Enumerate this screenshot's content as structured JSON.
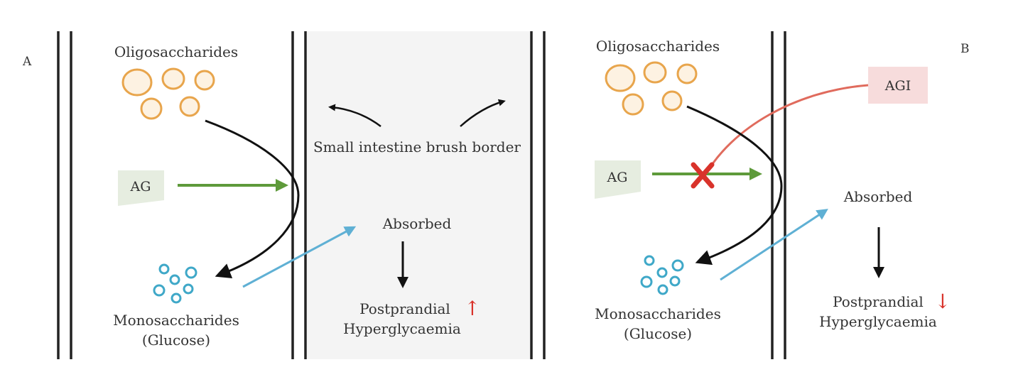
{
  "panel_a": {
    "letter": "A",
    "oligosaccharides": "Oligosaccharides",
    "brush_border": "Small intestine brush border",
    "enzyme": "AG",
    "monosaccharides": "Monosaccharides",
    "glucose": "(Glucose)",
    "absorbed": "Absorbed",
    "postprandial": "Postprandial",
    "hyperglycaemia": "Hyperglycaemia",
    "trend_arrow": "↑"
  },
  "panel_b": {
    "letter": "B",
    "oligosaccharides": "Oligosaccharides",
    "inhibitor": "AGI",
    "enzyme": "AG",
    "monosaccharides": "Monosaccharides",
    "glucose": "(Glucose)",
    "absorbed": "Absorbed",
    "postprandial": "Postprandial",
    "hyperglycaemia": "Hyperglycaemia",
    "trend_arrow": "↓"
  },
  "colors": {
    "oligo_fill": "#fdf2e2",
    "oligo_stroke": "#e8a54c",
    "mono_stroke": "#3fa8c8",
    "green_arrow": "#5e9a3a",
    "blue_arrow": "#5fb0d4",
    "inhibit_red": "#e06b5d",
    "cross_red": "#d9332b",
    "trend_red": "#d9332b",
    "ag_box": "#e6ede0",
    "agi_box": "#f7dcdc",
    "brush_bg": "#f4f4f4",
    "wall": "#222222"
  }
}
